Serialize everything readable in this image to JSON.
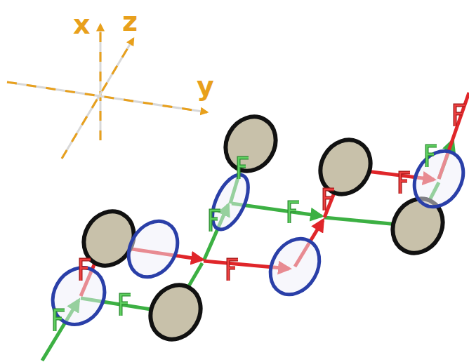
{
  "diagram": {
    "labels": [
      "x",
      "z",
      "y"
    ]
  }
}
